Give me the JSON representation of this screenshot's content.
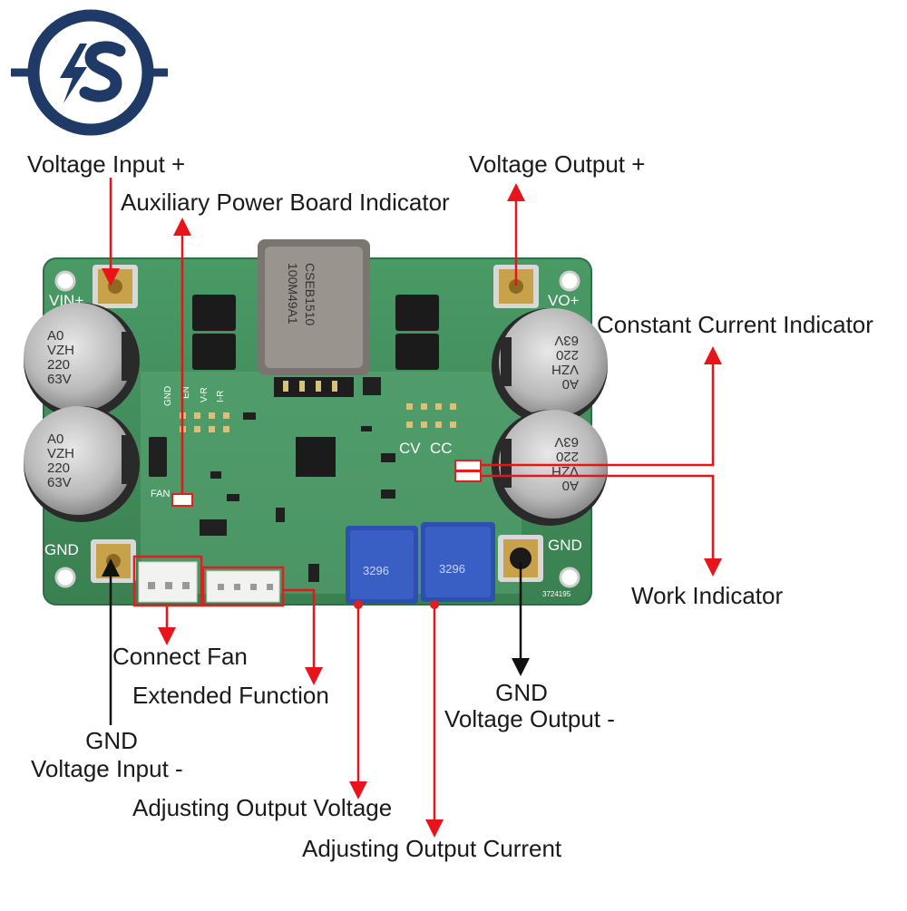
{
  "logo": {
    "text": "IS",
    "color": "#1f3a66"
  },
  "labels": {
    "voltage_input_plus": "Voltage Input +",
    "aux_power_indicator": "Auxiliary Power Board Indicator",
    "voltage_output_plus": "Voltage Output +",
    "constant_current_indicator": "Constant Current Indicator",
    "work_indicator": "Work Indicator",
    "connect_fan": "Connect Fan",
    "extended_function": "Extended Function",
    "gnd_in": "GND",
    "voltage_input_minus": "Voltage Input -",
    "gnd_out": "GND",
    "voltage_output_minus": "Voltage Output -",
    "adjusting_output_voltage": "Adjusting Output Voltage",
    "adjusting_output_current": "Adjusting Output Current"
  },
  "board": {
    "silk_vin": "VIN+",
    "silk_vo": "VO+",
    "silk_gnd_left": "GND",
    "silk_gnd_right": "GND",
    "silk_cv": "CV",
    "silk_cc": "CC",
    "silk_fan": "FAN",
    "header_labels": [
      "GND",
      "EN",
      "V-R",
      "I-R"
    ],
    "inductor_text": [
      "CSEB1510",
      "100M49A1"
    ],
    "capacitor_text": [
      "A0",
      "VZH",
      "220",
      "63V"
    ],
    "pot_text": "3296",
    "serial": "3724195"
  },
  "colors": {
    "arrow_red": "#e8141c",
    "arrow_black": "#111111",
    "pcb_green": "#3f8a5a",
    "pcb_edge": "#2f6e47",
    "terminal_gold": "#c8a24a",
    "pot_blue": "#2d4fb0",
    "highlight_red": "#e02020"
  }
}
